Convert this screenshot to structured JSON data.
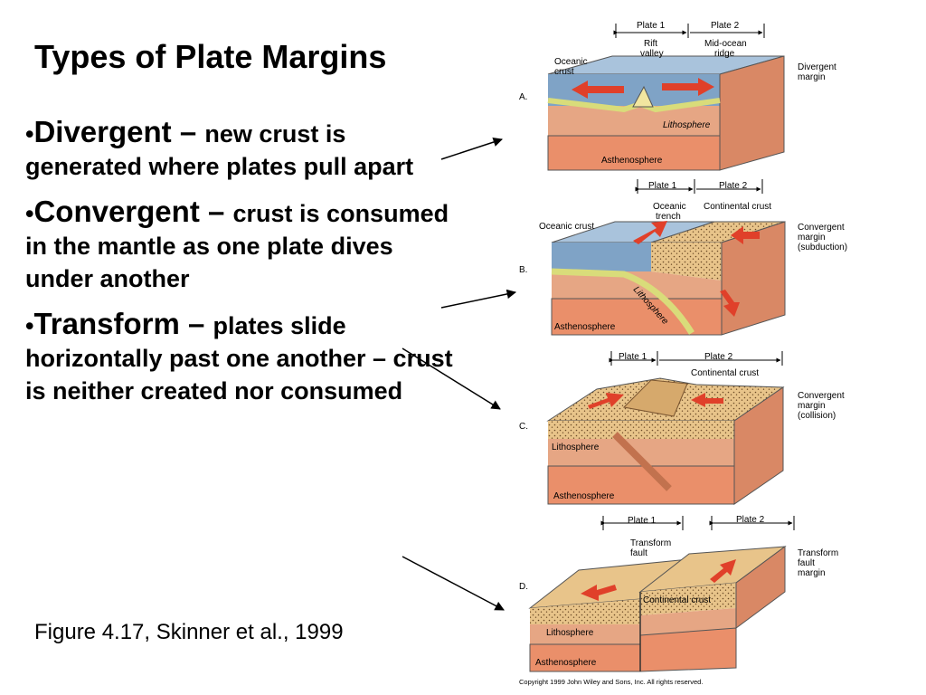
{
  "title": "Types of Plate Margins",
  "bullets": [
    {
      "marker": "•",
      "term": "Divergent",
      "dash": " – ",
      "text": "new crust is generated where plates pull apart"
    },
    {
      "marker": "•",
      "term": "Convergent",
      "dash": " – ",
      "text": "crust is consumed in the mantle as one plate dives under another"
    },
    {
      "marker": "•",
      "term": "Transform",
      "dash": " – ",
      "text": "plates slide horizontally past one another – crust is neither created nor consumed"
    }
  ],
  "caption": "Figure 4.17, Skinner et al., 1999",
  "figure": {
    "copyright": "Copyright 1999 John Wiley and Sons, Inc. All rights reserved.",
    "panels": [
      {
        "letter": "A.",
        "plate1": "Plate 1",
        "plate2": "Plate 2",
        "margin": [
          "Divergent",
          "margin"
        ],
        "labels": {
          "rift": [
            "Rift",
            "valley"
          ],
          "ridge": [
            "Mid-ocean",
            "ridge"
          ],
          "crust": [
            "Oceanic",
            "crust"
          ],
          "litho": "Lithosphere",
          "astheno": "Asthenosphere"
        }
      },
      {
        "letter": "B.",
        "plate1": "Plate 1",
        "plate2": "Plate 2",
        "margin": [
          "Convergent",
          "margin",
          "(subduction)"
        ],
        "labels": {
          "ocrust": "Oceanic crust",
          "trench": [
            "Oceanic",
            "trench"
          ],
          "ccrust": "Continental crust",
          "litho": "Lithosphere",
          "astheno": "Asthenosphere"
        }
      },
      {
        "letter": "C.",
        "plate1": "Plate 1",
        "plate2": "Plate 2",
        "margin": [
          "Convergent",
          "margin",
          "(collision)"
        ],
        "labels": {
          "ccrust": "Continental crust",
          "litho": "Lithosphere",
          "astheno": "Asthenosphere"
        }
      },
      {
        "letter": "D.",
        "plate1": "Plate 1",
        "plate2": "Plate 2",
        "margin": [
          "Transform",
          "fault",
          "margin"
        ],
        "labels": {
          "fault": [
            "Transform",
            "fault"
          ],
          "ccrust": "Continental crust",
          "litho": "Lithosphere",
          "astheno": "Asthenosphere"
        }
      }
    ]
  },
  "colors": {
    "ocean": "#8aaccc",
    "ocean_deep": "#6d93b8",
    "oceanic_crust": "#d9dc7a",
    "continental": "#e8c48a",
    "lithosphere": "#e6a684",
    "asthenosphere": "#ea8f6a",
    "arrow": "#e0402a"
  }
}
